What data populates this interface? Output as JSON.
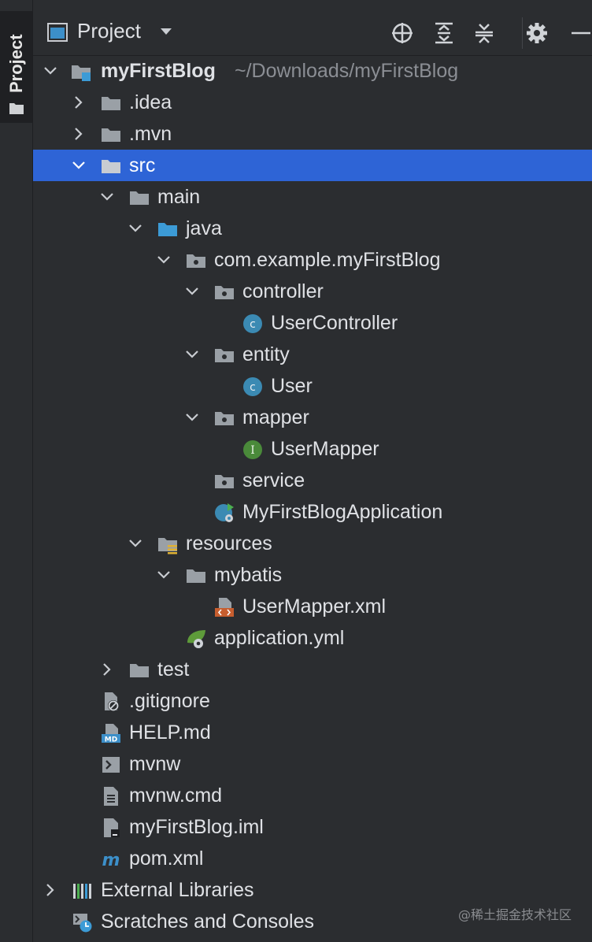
{
  "tool_window": {
    "strip_label": "Project",
    "title": "Project"
  },
  "tree": {
    "root": {
      "label": "myFirstBlog",
      "path": "~/Downloads/myFirstBlog"
    },
    "items": [
      {
        "label": ".idea"
      },
      {
        "label": ".mvn"
      },
      {
        "label": "src"
      },
      {
        "label": "main"
      },
      {
        "label": "java"
      },
      {
        "label": "com.example.myFirstBlog"
      },
      {
        "label": "controller"
      },
      {
        "label": "UserController"
      },
      {
        "label": "entity"
      },
      {
        "label": "User"
      },
      {
        "label": "mapper"
      },
      {
        "label": "UserMapper"
      },
      {
        "label": "service"
      },
      {
        "label": "MyFirstBlogApplication"
      },
      {
        "label": "resources"
      },
      {
        "label": "mybatis"
      },
      {
        "label": "UserMapper.xml"
      },
      {
        "label": "application.yml"
      },
      {
        "label": "test"
      },
      {
        "label": ".gitignore"
      },
      {
        "label": "HELP.md"
      },
      {
        "label": "mvnw"
      },
      {
        "label": "mvnw.cmd"
      },
      {
        "label": "myFirstBlog.iml"
      },
      {
        "label": "pom.xml"
      },
      {
        "label": "External Libraries"
      },
      {
        "label": "Scratches and Consoles"
      }
    ]
  },
  "watermark": "@稀土掘金技术社区",
  "colors": {
    "selection": "#2e64d6",
    "background": "#2b2d30",
    "folder": "#9aa0a6",
    "source_folder": "#3c9bd6"
  }
}
